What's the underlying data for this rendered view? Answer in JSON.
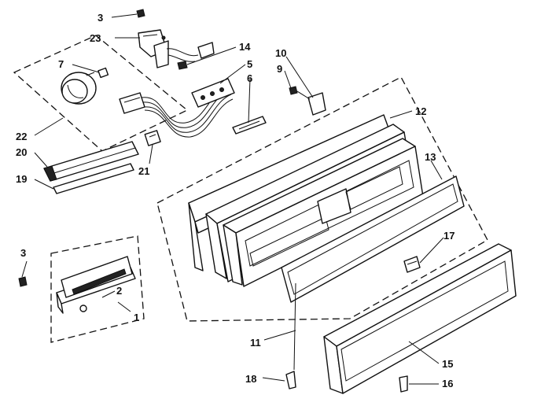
{
  "callouts": [
    {
      "id": "c3a",
      "label": "3"
    },
    {
      "id": "c23",
      "label": "23"
    },
    {
      "id": "c7",
      "label": "7"
    },
    {
      "id": "c14",
      "label": "14"
    },
    {
      "id": "c5",
      "label": "5"
    },
    {
      "id": "c6",
      "label": "6"
    },
    {
      "id": "c10",
      "label": "10"
    },
    {
      "id": "c9",
      "label": "9"
    },
    {
      "id": "c12",
      "label": "12"
    },
    {
      "id": "c22",
      "label": "22"
    },
    {
      "id": "c20",
      "label": "20"
    },
    {
      "id": "c19",
      "label": "19"
    },
    {
      "id": "c21",
      "label": "21"
    },
    {
      "id": "c13",
      "label": "13"
    },
    {
      "id": "c3b",
      "label": "3"
    },
    {
      "id": "c2",
      "label": "2"
    },
    {
      "id": "c1",
      "label": "1"
    },
    {
      "id": "c17",
      "label": "17"
    },
    {
      "id": "c11",
      "label": "11"
    },
    {
      "id": "c18",
      "label": "18"
    },
    {
      "id": "c15",
      "label": "15"
    },
    {
      "id": "c16",
      "label": "16"
    }
  ]
}
